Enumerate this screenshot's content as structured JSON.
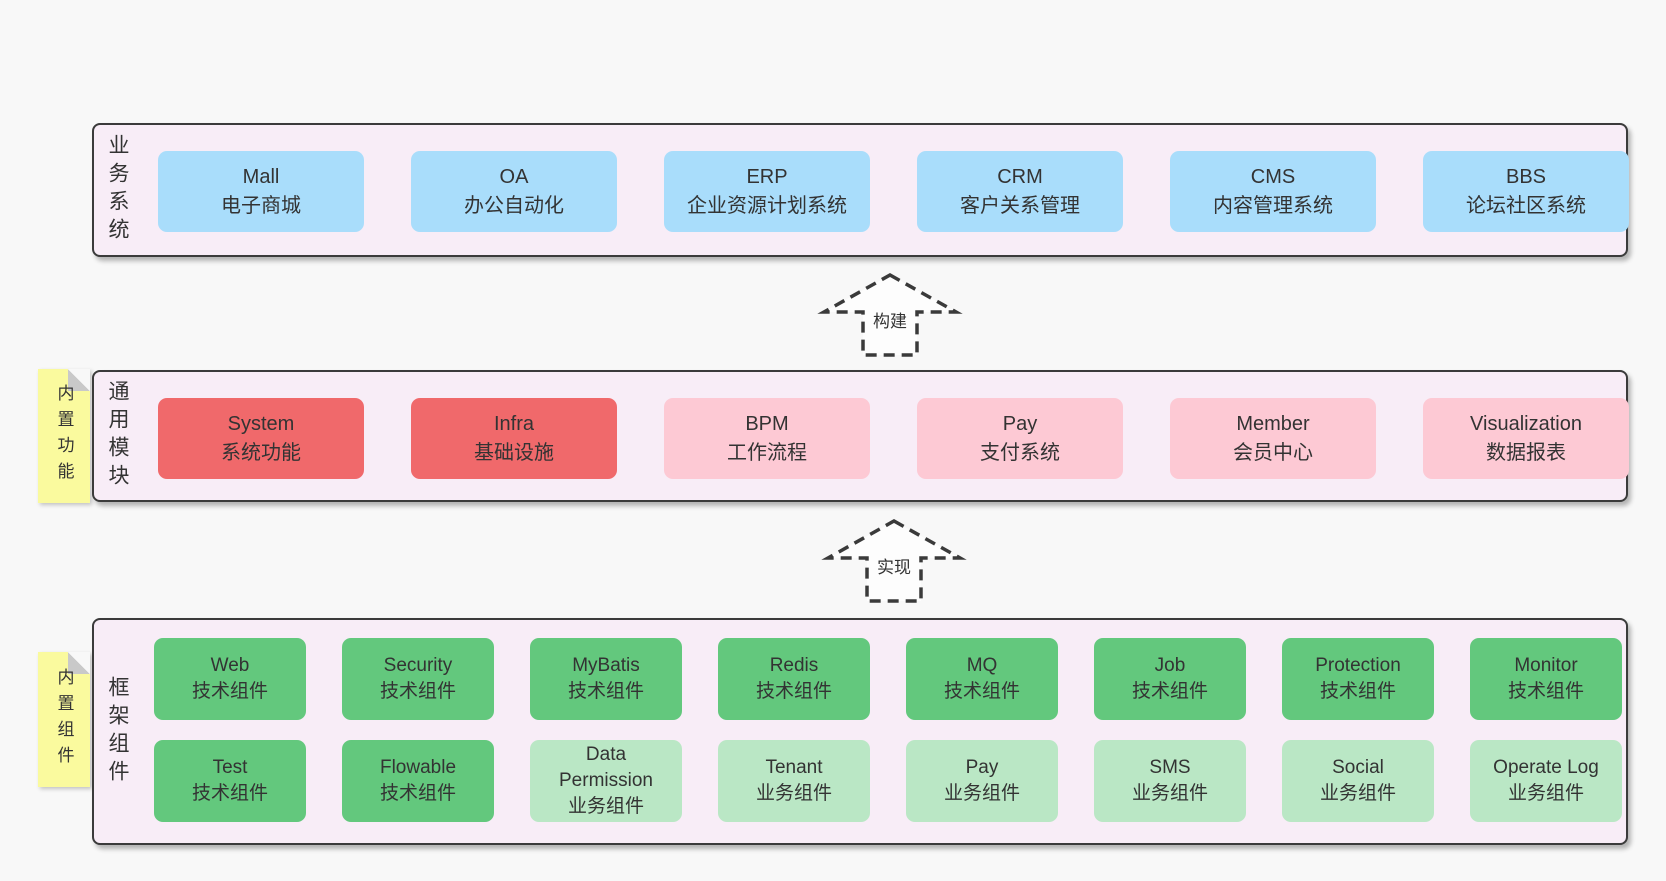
{
  "canvas": {
    "background": "#f8f8f8"
  },
  "colors": {
    "box_blue": "#a9ddfb",
    "box_red": "#f0696b",
    "box_pink": "#fdc9d4",
    "box_green": "#63c87d",
    "box_light_green": "#bae7c5",
    "container_bg": "#f8edf7",
    "container_border": "#3b3b3b",
    "sticky_yellow": "#fafa9e",
    "text": "#333333"
  },
  "sections": [
    {
      "id": "business-systems",
      "label": "业务系统",
      "rows": [
        {
          "boxes": [
            {
              "en": "Mall",
              "zh": "电子商城",
              "variant": "blue"
            },
            {
              "en": "OA",
              "zh": "办公自动化",
              "variant": "blue"
            },
            {
              "en": "ERP",
              "zh": "企业资源计划系统",
              "variant": "blue"
            },
            {
              "en": "CRM",
              "zh": "客户关系管理",
              "variant": "blue"
            },
            {
              "en": "CMS",
              "zh": "内容管理系统",
              "variant": "blue"
            },
            {
              "en": "BBS",
              "zh": "论坛社区系统",
              "variant": "blue"
            }
          ]
        }
      ]
    },
    {
      "id": "common-modules",
      "label": "通用模块",
      "sticky": "内置功能",
      "rows": [
        {
          "boxes": [
            {
              "en": "System",
              "zh": "系统功能",
              "variant": "red"
            },
            {
              "en": "Infra",
              "zh": "基础设施",
              "variant": "red"
            },
            {
              "en": "BPM",
              "zh": "工作流程",
              "variant": "pink"
            },
            {
              "en": "Pay",
              "zh": "支付系统",
              "variant": "pink"
            },
            {
              "en": "Member",
              "zh": "会员中心",
              "variant": "pink"
            },
            {
              "en": "Visualization",
              "zh": "数据报表",
              "variant": "pink"
            }
          ]
        }
      ]
    },
    {
      "id": "framework-components",
      "label": "框架组件",
      "sticky": "内置组件",
      "rows": [
        {
          "boxes": [
            {
              "en": "Web",
              "zh": "技术组件",
              "variant": "green"
            },
            {
              "en": "Security",
              "zh": "技术组件",
              "variant": "green"
            },
            {
              "en": "MyBatis",
              "zh": "技术组件",
              "variant": "green"
            },
            {
              "en": "Redis",
              "zh": "技术组件",
              "variant": "green"
            },
            {
              "en": "MQ",
              "zh": "技术组件",
              "variant": "green"
            },
            {
              "en": "Job",
              "zh": "技术组件",
              "variant": "green"
            },
            {
              "en": "Protection",
              "zh": "技术组件",
              "variant": "green"
            },
            {
              "en": "Monitor",
              "zh": "技术组件",
              "variant": "green"
            }
          ]
        },
        {
          "boxes": [
            {
              "en": "Test",
              "zh": "技术组件",
              "variant": "green"
            },
            {
              "en": "Flowable",
              "zh": "技术组件",
              "variant": "green"
            },
            {
              "en": "Data\nPermission",
              "zh": "业务组件",
              "variant": "lightgreen"
            },
            {
              "en": "Tenant",
              "zh": "业务组件",
              "variant": "lightgreen"
            },
            {
              "en": "Pay",
              "zh": "业务组件",
              "variant": "lightgreen"
            },
            {
              "en": "SMS",
              "zh": "业务组件",
              "variant": "lightgreen"
            },
            {
              "en": "Social",
              "zh": "业务组件",
              "variant": "lightgreen"
            },
            {
              "en": "Operate Log",
              "zh": "业务组件",
              "variant": "lightgreen"
            }
          ]
        }
      ]
    }
  ],
  "arrows": [
    {
      "label": "构建"
    },
    {
      "label": "实现"
    }
  ]
}
